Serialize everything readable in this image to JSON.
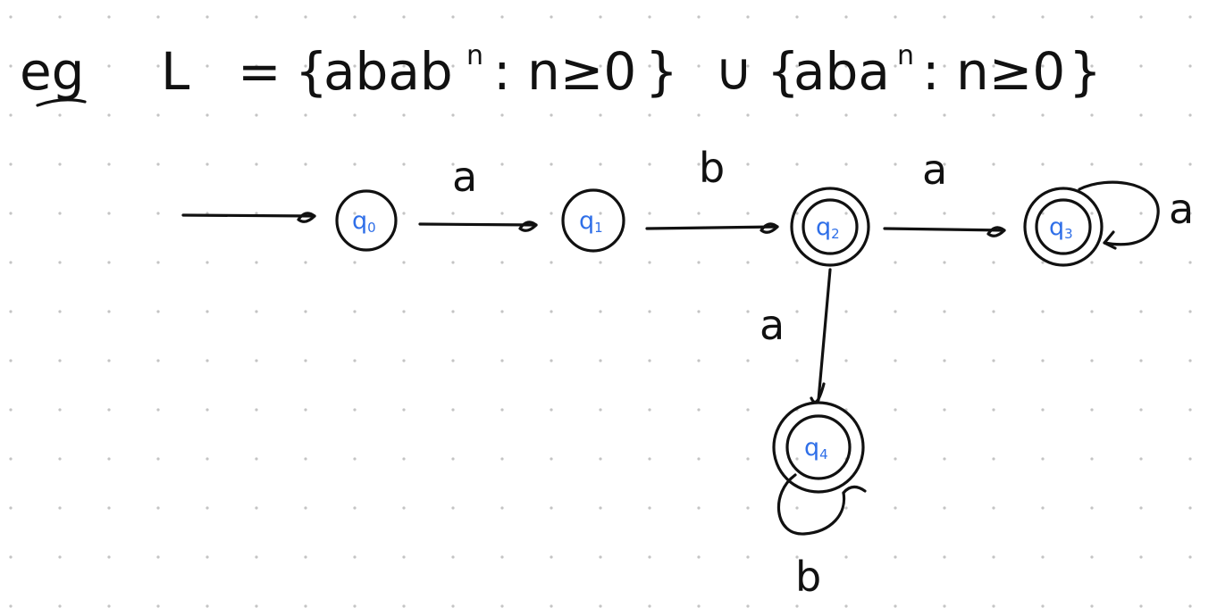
{
  "title": {
    "prefix": "eg",
    "lhs": "L",
    "eq": "=",
    "set1_open": "{",
    "set1_word": "abab",
    "set1_sup": "n",
    "set1_cond": ": n≥0",
    "set1_close": "}",
    "union": "∪",
    "set2_open": "{",
    "set2_word": "aba",
    "set2_sup": "n",
    "set2_cond": ": n≥0",
    "set2_close": "}"
  },
  "states": [
    {
      "id": "q0",
      "base": "q",
      "sub": "0",
      "accepting": false,
      "initial": true
    },
    {
      "id": "q1",
      "base": "q",
      "sub": "1",
      "accepting": false,
      "initial": false
    },
    {
      "id": "q2",
      "base": "q",
      "sub": "2",
      "accepting": true,
      "initial": false
    },
    {
      "id": "q3",
      "base": "q",
      "sub": "3",
      "accepting": true,
      "initial": false
    },
    {
      "id": "q4",
      "base": "q",
      "sub": "4",
      "accepting": true,
      "initial": false
    }
  ],
  "transitions": [
    {
      "from": "q0",
      "to": "q1",
      "label": "a"
    },
    {
      "from": "q1",
      "to": "q2",
      "label": "b"
    },
    {
      "from": "q2",
      "to": "q3",
      "label": "a"
    },
    {
      "from": "q3",
      "to": "q3",
      "label": "a"
    },
    {
      "from": "q2",
      "to": "q4",
      "label": "a"
    },
    {
      "from": "q4",
      "to": "q4",
      "label": "b"
    }
  ],
  "colors": {
    "ink": "#111111",
    "state_label": "#2f6fe8",
    "grid_dot": "#c4c4c4"
  }
}
